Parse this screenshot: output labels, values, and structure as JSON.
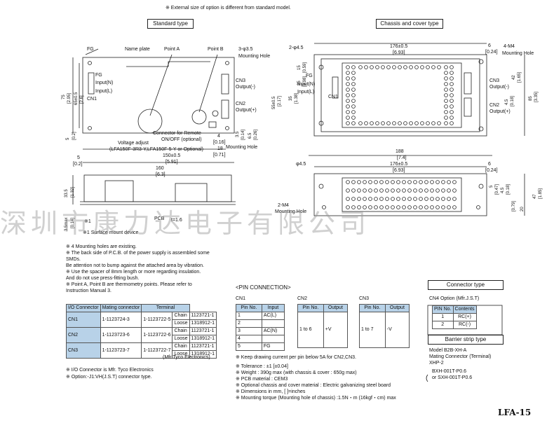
{
  "top_note": "※ External size of option is different from standard model.",
  "standard_label": "Standard type",
  "chassis_label": "Chassis and cover type",
  "std": {
    "fg": "FG",
    "name_plate": "Name plate",
    "point_a": "Point A",
    "point_b": "Point B",
    "hole": "3-φ3.5",
    "mounting_hole": "Mounting Hole",
    "fg_pin": "FG",
    "input_n": "Input(N)",
    "input_l": "Input(L)",
    "cn1": "CN1",
    "cn3": "CN3",
    "output_minus": "Output(-)",
    "cn2": "CN2",
    "output_plus": "Output(+)",
    "remote1": "Connector for Remote",
    "remote2": "ON/OFF (optional)",
    "voltage1": "Voltage adjust",
    "voltage2": "(LFA150F-3R3-Y,LFA150F-5-Y or Optional)",
    "d150": "150±0.5",
    "d591": "[5.91]",
    "d160": "160",
    "d63": "[6.3]",
    "d5l": "5",
    "d02": "[0.2]",
    "d5v": "5",
    "d02v": "[0.2]",
    "d75": "75",
    "d295": "[2.95]",
    "d65": "65±0.5",
    "d26": "[2.6]",
    "d4": "4",
    "d016": "[0.16]",
    "d18": "18",
    "d071": "[0.71]",
    "d35": "3.5",
    "d014": "[0.14]",
    "d65b": "6.5",
    "d026": "[0.26]",
    "d335": "33.5",
    "d132": "[1.32]",
    "d35max": "3.5max",
    "d014b": "[0.14]",
    "mark1": "※1",
    "pcb": "PCB",
    "t16": "t=1.6",
    "surface": "※1 Surface mount device"
  },
  "chs": {
    "hole2": "2-φ4.5",
    "d176": "176±0.5",
    "d693": "[6.93]",
    "d6": "6",
    "d024": "[0.24]",
    "m4": "4-M4",
    "mounting_hole": "Mounting Hole",
    "d15": "15",
    "d059": "[0.59]",
    "d25": "25",
    "d098": "[0.98]",
    "fg": "FG",
    "input_n": "Input(N)",
    "input_l": "Input(L)",
    "cn1": "CN1",
    "cn3": "CN3",
    "output_minus": "Output(-)",
    "cn2": "CN2",
    "output_plus": "Output(+)",
    "d42": "42",
    "d165": "[1.65]",
    "d85": "85",
    "d335": "[3.35]",
    "d45": "4.5",
    "d018": "[0.18]",
    "d55": "55±0.5",
    "d217": "[2.17]",
    "d35": "35",
    "d138": "[1.38]",
    "d188": "188",
    "d74": "[7.4]",
    "d176b": "176±0.5",
    "d693b": "[6.93]",
    "d6b": "6",
    "d024b": "[0.24]",
    "hole45": "φ4.5",
    "m42": "2-M4",
    "mounting_hole2": "Mounting Hole",
    "d5": "5",
    "d047": "[0.47]",
    "d47": "47",
    "d185": "[1.85]",
    "d20": "20",
    "d079": "[0.79]",
    "d45b": "4.5",
    "d018b": "[0.18]"
  },
  "notes": [
    "※ 4 Mounting holes are existing.",
    "※ The back side of P.C.B. of the power supply is assembled some",
    "   SMDs.",
    "   Be attention not to bump against the attached area by vibration.",
    "※ Use the spacer of 8mm length or more regarding insulation.",
    "   And do not use press-fitting bush.",
    "※ Point A, Point B are thermometry points. Please refer to",
    "   Instruction Manual 3."
  ],
  "io_table": {
    "headers": [
      "I/O Connector",
      "Mating connector",
      "Terminal"
    ],
    "rows": [
      {
        "cn": "CN1",
        "io": "1-1123724-3",
        "mating": "1-1123722-5",
        "t1": "Chain",
        "v1": "1123721-1",
        "t2": "Loose",
        "v2": "1318912-1"
      },
      {
        "cn": "CN2",
        "io": "1-1123723-6",
        "mating": "1-1123722-6",
        "t1": "Chain",
        "v1": "1123721-1",
        "t2": "Loose",
        "v2": "1318912-1"
      },
      {
        "cn": "CN3",
        "io": "1-1123723-7",
        "mating": "1-1123722-7",
        "t1": "Chain",
        "v1": "1123721-1",
        "t2": "Loose",
        "v2": "1318912-1"
      }
    ],
    "footer": "(Mfr:Tyco Electronics)"
  },
  "io_notes": [
    "※ I/O Connector is Mfr. Tyco Electronics",
    "※ Option:-J1:VH(J.S.T) connector type."
  ],
  "pin_connection": {
    "title": "<PIN CONNECTION>",
    "cn1": {
      "label": "CN1",
      "h1": "Pin No.",
      "h2": "Input",
      "rows": [
        [
          "1",
          "AC(L)"
        ],
        [
          "2",
          ""
        ],
        [
          "3",
          "AC(N)"
        ],
        [
          "4",
          ""
        ],
        [
          "5",
          "FG"
        ]
      ]
    },
    "cn2": {
      "label": "CN2",
      "h1": "Pin No.",
      "h2": "Output",
      "pins": "1 to 6",
      "out": "+V"
    },
    "cn3": {
      "label": "CN3",
      "h1": "Pin No.",
      "h2": "Output",
      "pins": "1 to 7",
      "out": "-V"
    }
  },
  "bottom_notes": [
    "※ Keep drawing current per pin below 5A for CN2,CN3.",
    "※ Tolerance : ±1 [±0.04]",
    "※ Weight : 390g max (with chassis & cover : 650g max)",
    "※ PCB material : CEM3",
    "※ Optional chassis and cover material : Electric galvanizing steel board",
    "※ Dimensions in mm, [ ]=inches",
    "※ Mounting torque (Mounting hole of chassis) :1.5N・m (16kgf・cm) max"
  ],
  "connector_type": {
    "title": "Connector type",
    "subtitle": "CN4 Option (Mfr.J.S.T)",
    "h1": "PIN No.",
    "h2": "Contents",
    "rows": [
      [
        "1",
        "RC(+)"
      ],
      [
        "2",
        "RC(-)"
      ]
    ]
  },
  "barrier": {
    "title": "Barrier strip type",
    "lines": [
      "Model B2B-XH-A",
      "Mating Connector (Terminal)",
      "XHP-2",
      "BXH-001T-P0.6",
      "or SXH-001T-P0.6"
    ]
  },
  "page_code": "LFA-15",
  "watermark": "深圳市康力达电子有限公司"
}
